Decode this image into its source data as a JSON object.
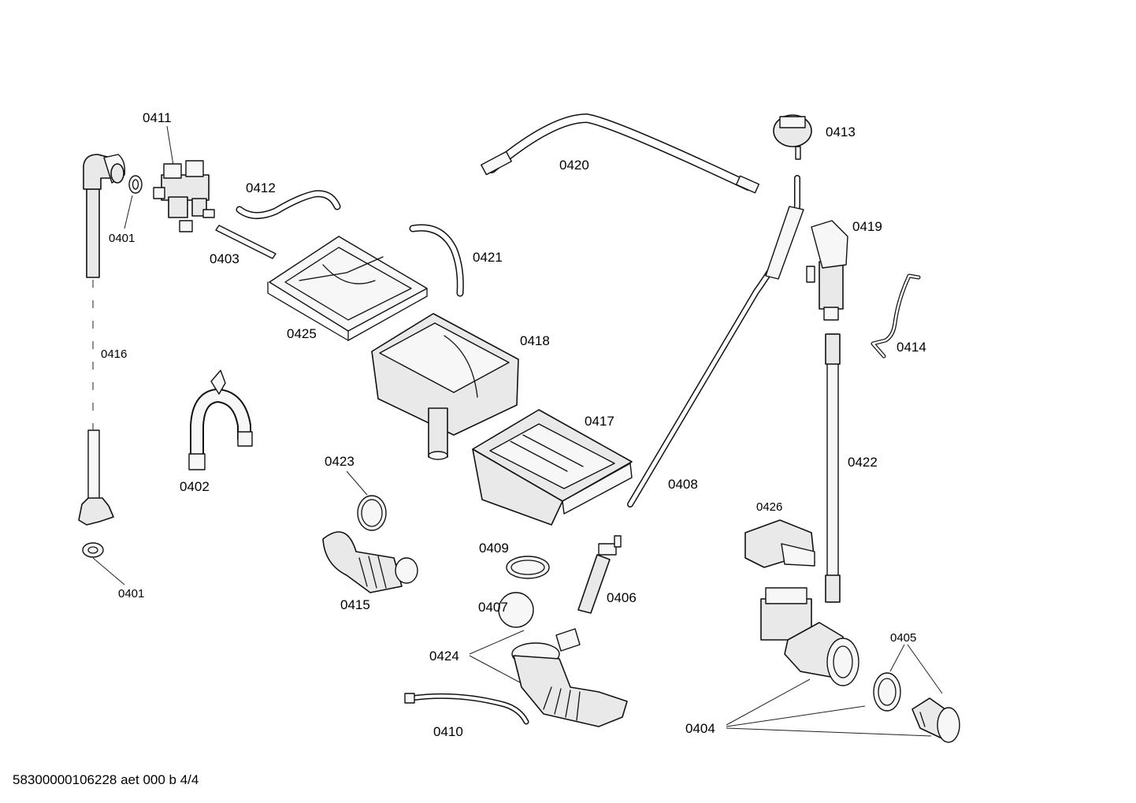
{
  "diagram": {
    "part_labels": {
      "p0411": "0411",
      "p0401a": "0401",
      "p0401b": "0401",
      "p0403": "0403",
      "p0412": "0412",
      "p0420": "0420",
      "p0413": "0413",
      "p0419": "0419",
      "p0421": "0421",
      "p0425": "0425",
      "p0416": "0416",
      "p0418": "0418",
      "p0414": "0414",
      "p0417": "0417",
      "p0402": "0402",
      "p0423": "0423",
      "p0408": "0408",
      "p0422": "0422",
      "p0426": "0426",
      "p0409": "0409",
      "p0406": "0406",
      "p0415": "0415",
      "p0407": "0407",
      "p0405": "0405",
      "p0424": "0424",
      "p0404": "0404",
      "p0410": "0410"
    }
  },
  "footer": {
    "document_code": "58300000106228 aet 000 b 4/4"
  }
}
